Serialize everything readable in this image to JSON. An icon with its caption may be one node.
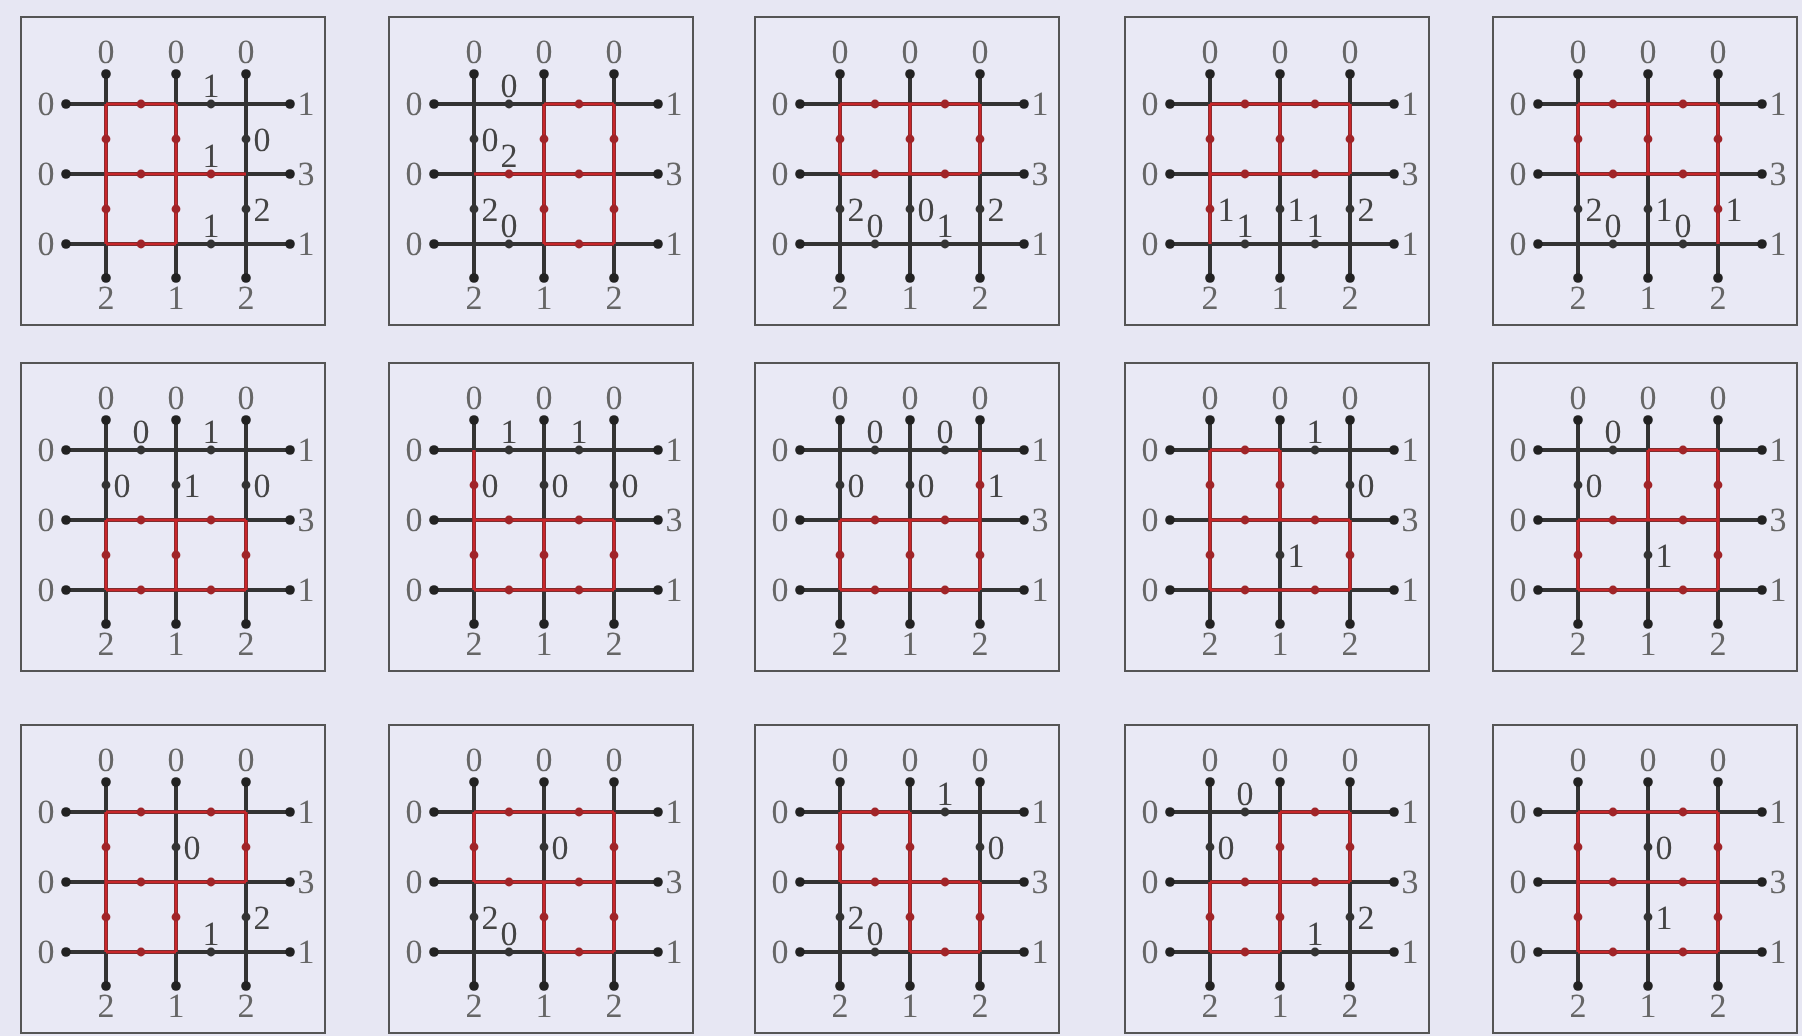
{
  "diagram": {
    "nodes": [
      {
        "text": [
          "0",
          "0",
          "0",
          "0",
          "1",
          "0",
          "3",
          "0",
          "1",
          "2",
          "1",
          "2",
          "1",
          "0",
          "1",
          "2",
          "1"
        ]
      },
      {
        "text": [
          "0",
          "0",
          "0",
          "0",
          "1",
          "0",
          "3",
          "0",
          "1",
          "2",
          "1",
          "2",
          "0",
          "0",
          "2",
          "2",
          "0"
        ]
      },
      {
        "text": [
          "0",
          "0",
          "0",
          "0",
          "1",
          "0",
          "3",
          "0",
          "1",
          "2",
          "1",
          "2",
          "2",
          "0",
          "0",
          "1",
          "2"
        ]
      },
      {
        "text": [
          "0",
          "0",
          "0",
          "0",
          "1",
          "0",
          "3",
          "0",
          "1",
          "2",
          "1",
          "2",
          "1",
          "1",
          "1",
          "1",
          "2"
        ]
      },
      {
        "text": [
          "0",
          "0",
          "0",
          "0",
          "1",
          "0",
          "3",
          "0",
          "1",
          "2",
          "1",
          "2",
          "2",
          "0",
          "1",
          "0",
          "1"
        ]
      },
      {
        "text": [
          "0",
          "0",
          "0",
          "0",
          "1",
          "0",
          "3",
          "0",
          "1",
          "2",
          "1",
          "2",
          "0",
          "1",
          "0",
          "1",
          "0"
        ]
      },
      {
        "text": [
          "0",
          "0",
          "0",
          "0",
          "1",
          "0",
          "3",
          "0",
          "1",
          "2",
          "1",
          "2",
          "1",
          "1",
          "0",
          "0",
          "0"
        ]
      },
      {
        "text": [
          "0",
          "0",
          "0",
          "0",
          "1",
          "0",
          "3",
          "0",
          "1",
          "2",
          "1",
          "2",
          "0",
          "0",
          "0",
          "0",
          "1"
        ]
      },
      {
        "text": [
          "0",
          "0",
          "0",
          "0",
          "1",
          "0",
          "3",
          "0",
          "1",
          "2",
          "1",
          "2",
          "1",
          "0",
          "1"
        ]
      },
      {
        "text": [
          "0",
          "0",
          "0",
          "0",
          "1",
          "0",
          "3",
          "0",
          "1",
          "2",
          "1",
          "2",
          "0",
          "0",
          "1"
        ]
      },
      {
        "text": [
          "0",
          "0",
          "0",
          "0",
          "1",
          "0",
          "3",
          "0",
          "1",
          "2",
          "1",
          "2",
          "0",
          "2",
          "1"
        ]
      },
      {
        "text": [
          "0",
          "0",
          "0",
          "0",
          "1",
          "0",
          "3",
          "0",
          "1",
          "2",
          "1",
          "2",
          "0",
          "2",
          "0"
        ]
      },
      {
        "text": [
          "0",
          "0",
          "0",
          "0",
          "1",
          "0",
          "3",
          "0",
          "1",
          "2",
          "1",
          "2",
          "1",
          "0",
          "2",
          "0"
        ]
      },
      {
        "text": [
          "0",
          "0",
          "0",
          "0",
          "1",
          "0",
          "3",
          "0",
          "1",
          "2",
          "1",
          "2",
          "0",
          "0",
          "2",
          "1"
        ]
      },
      {
        "text": [
          "0",
          "0",
          "0",
          "0",
          "1",
          "0",
          "3",
          "0",
          "1",
          "2",
          "1",
          "2",
          "0",
          "1"
        ]
      }
    ]
  }
}
